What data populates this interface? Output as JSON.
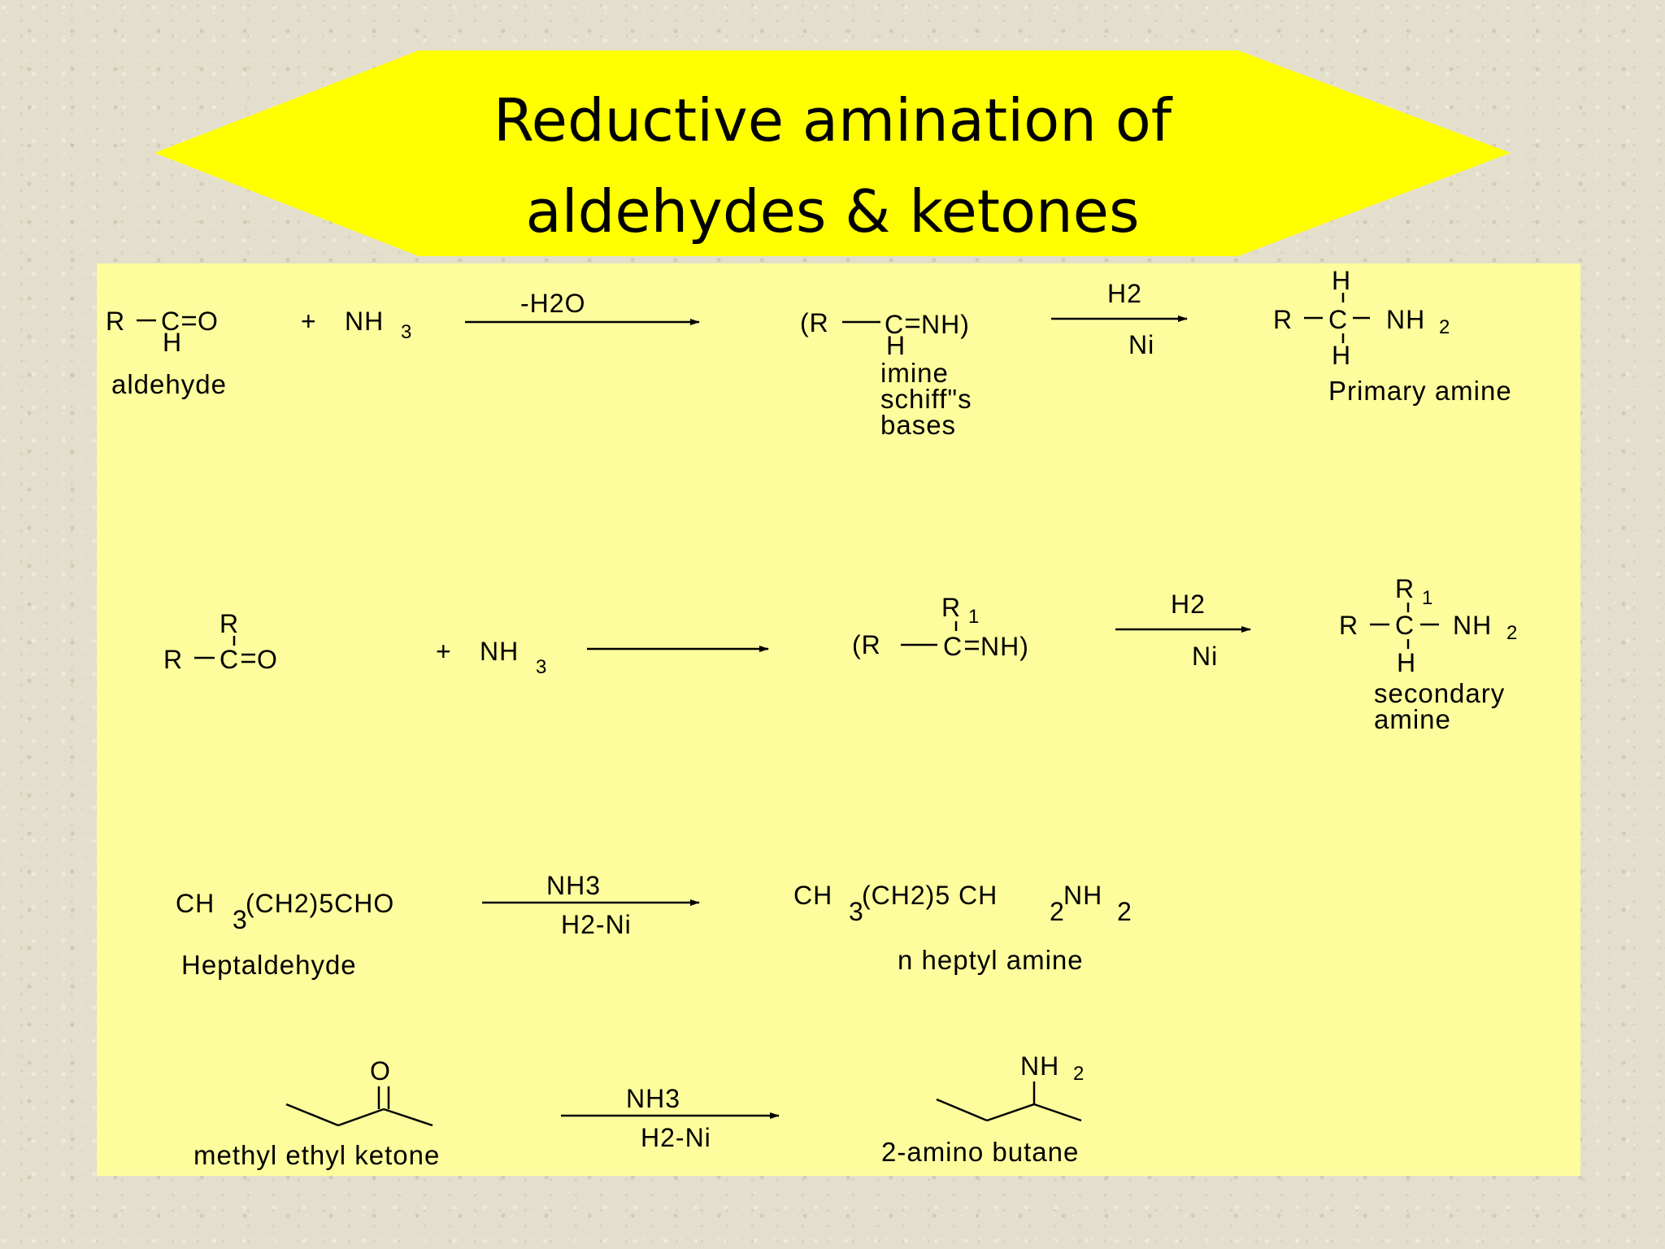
{
  "title": {
    "line1": "Reductive amination of",
    "line2": "aldehydes & ketones"
  },
  "colors": {
    "banner": "#ffff00",
    "panel": "#fdfd9d",
    "background": "#e4dfcc"
  },
  "reaction1": {
    "reactant": {
      "r": "R",
      "c": "C",
      "o": "O",
      "h": "H",
      "label": "aldehyde"
    },
    "reagent": {
      "plus": "+",
      "nh": "NH",
      "sub": "3"
    },
    "arrow1_label": "-H2O",
    "intermediate": {
      "open": "(R",
      "c": "C",
      "nh": "NH)",
      "h": "H",
      "label_lines": [
        "imine",
        "schiff\"s",
        "bases"
      ]
    },
    "arrow2_top": "H2",
    "arrow2_bottom": "Ni",
    "product": {
      "r": "R",
      "c": "C",
      "nh": "NH",
      "sub": "2",
      "h_top": "H",
      "h_bottom": "H",
      "label": "Primary amine"
    }
  },
  "reaction2": {
    "reactant": {
      "r_top": "R",
      "r": "R",
      "c": "C",
      "o": "O"
    },
    "reagent": {
      "plus": "+",
      "nh": "NH",
      "sub": "3"
    },
    "intermediate": {
      "open": "(R",
      "r1": "R",
      "r1_sub": "1",
      "c": "C",
      "nh": "NH)"
    },
    "arrow2_top": "H2",
    "arrow2_bottom": "Ni",
    "product": {
      "r1": "R",
      "r1_sub": "1",
      "r": "R",
      "c": "C",
      "nh": "NH",
      "sub": "2",
      "h": "H",
      "label_lines": [
        "secondary",
        "amine"
      ]
    }
  },
  "reaction3": {
    "reactant": {
      "ch": "CH",
      "sub3": "3",
      "rest": "(CH2)5CHO",
      "label": "Heptaldehyde"
    },
    "arrow_top": "NH3",
    "arrow_bottom": "H2-Ni",
    "product": {
      "ch": "CH",
      "sub3": "3",
      "mid": "(CH2)5 CH",
      "sub2a": "2",
      "nh": "NH",
      "sub2b": "2",
      "label": "n heptyl amine"
    }
  },
  "reaction4": {
    "reactant": {
      "o": "O",
      "label": "methyl ethyl ketone"
    },
    "arrow_top": "NH3",
    "arrow_bottom": "H2-Ni",
    "product": {
      "nh": "NH",
      "sub": "2",
      "label": "2-amino butane"
    }
  }
}
